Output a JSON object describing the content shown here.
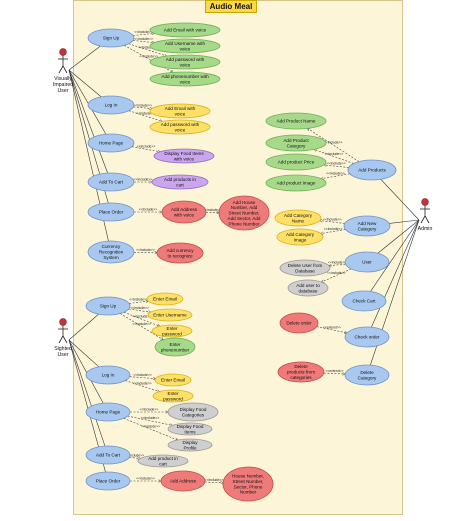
{
  "title": "Audio Meal",
  "actors": [
    {
      "id": "vi",
      "label_lines": [
        "Visually",
        "Impaired",
        "User"
      ]
    },
    {
      "id": "sighted",
      "label_lines": [
        "Sighted",
        "User"
      ]
    },
    {
      "id": "admin",
      "label_lines": [
        "Admin"
      ]
    }
  ],
  "relation_labels": {
    "include": "<<include>>",
    "extend": "<<extend>>"
  },
  "vi_section": {
    "main": [
      {
        "id": "vi_signup",
        "label": "Sign Up"
      },
      {
        "id": "vi_login",
        "label": "Log In"
      },
      {
        "id": "vi_home",
        "label": "Home Page"
      },
      {
        "id": "vi_cart",
        "label": "Add To Cart"
      },
      {
        "id": "vi_order",
        "label": "Place Order"
      },
      {
        "id": "vi_currency",
        "label": "Currency Recognition System"
      }
    ],
    "sub": [
      {
        "id": "vi_email",
        "label": "Add Email with voice",
        "parent": "vi_signup",
        "rel": "include"
      },
      {
        "id": "vi_username",
        "label": "Add Username with voice",
        "parent": "vi_signup",
        "rel": "include"
      },
      {
        "id": "vi_password",
        "label": "Add password with voice",
        "parent": "vi_signup",
        "rel": "include"
      },
      {
        "id": "vi_phone",
        "label": "Add phonenumber with voice",
        "parent": "vi_signup",
        "rel": "include"
      },
      {
        "id": "vi_login_email",
        "label": "Add Email with voice",
        "parent": "vi_login",
        "rel": "include"
      },
      {
        "id": "vi_login_pass",
        "label": "Add password with voice",
        "parent": "vi_login",
        "rel": "include"
      },
      {
        "id": "vi_display",
        "label": "Display Food Items with voice",
        "parent": "vi_home",
        "rel": "include"
      },
      {
        "id": "vi_addprod",
        "label": "Add products in cart",
        "parent": "vi_cart",
        "rel": "include"
      },
      {
        "id": "vi_address",
        "label": "Add Address with voice",
        "parent": "vi_order",
        "rel": "include"
      },
      {
        "id": "vi_address_detail",
        "label": "Add House Number, Add Street Number, Add Sector, Add Phone Number",
        "parent": "vi_address",
        "rel": "include"
      },
      {
        "id": "vi_currency_recog",
        "label": "Add currency to recognize",
        "parent": "vi_currency",
        "rel": "include"
      }
    ]
  },
  "sighted_section": {
    "main": [
      {
        "id": "s_signup",
        "label": "Sign Up"
      },
      {
        "id": "s_login",
        "label": "Log In"
      },
      {
        "id": "s_home",
        "label": "Home Page"
      },
      {
        "id": "s_cart",
        "label": "Add To Cart"
      },
      {
        "id": "s_order",
        "label": "Place Order"
      }
    ],
    "sub": [
      {
        "id": "s_email",
        "label": "Enter Email",
        "parent": "s_signup",
        "rel": "include"
      },
      {
        "id": "s_username",
        "label": "Enter Username",
        "parent": "s_signup",
        "rel": "include"
      },
      {
        "id": "s_password",
        "label": "Enter password",
        "parent": "s_signup",
        "rel": "include"
      },
      {
        "id": "s_phone",
        "label": "Enter phonenumber",
        "parent": "s_signup",
        "rel": "include"
      },
      {
        "id": "s_login_email",
        "label": "Enter Email",
        "parent": "s_login",
        "rel": "include"
      },
      {
        "id": "s_login_pass",
        "label": "Enter password",
        "parent": "s_login",
        "rel": "include"
      },
      {
        "id": "s_cat",
        "label": "Display Food Categories",
        "parent": "s_home",
        "rel": "include"
      },
      {
        "id": "s_items",
        "label": "Display Food Items",
        "parent": "s_home",
        "rel": "include"
      },
      {
        "id": "s_profile",
        "label": "Display Profile",
        "parent": "s_home",
        "rel": "include"
      },
      {
        "id": "s_addprod",
        "label": "Add product in cart",
        "parent": "s_cart",
        "rel": "include"
      },
      {
        "id": "s_address",
        "label": "Add Address",
        "parent": "s_order",
        "rel": "include"
      },
      {
        "id": "s_address_detail",
        "label": "House Number, Street Number, Sector, Phone Number",
        "parent": "s_address",
        "rel": "include"
      }
    ]
  },
  "admin_section": {
    "main": [
      {
        "id": "a_products",
        "label": "Add Products"
      },
      {
        "id": "a_category",
        "label": "Add New Category"
      },
      {
        "id": "a_user",
        "label": "User"
      },
      {
        "id": "a_checkcart",
        "label": "Check Cart"
      },
      {
        "id": "a_checkorder",
        "label": "Check order"
      },
      {
        "id": "a_delcat",
        "label": "Delete Category"
      }
    ],
    "sub": [
      {
        "id": "a_pname",
        "label": "Add Product Name",
        "parent": "a_products",
        "rel": "include"
      },
      {
        "id": "a_pcat",
        "label": "Add Product Category",
        "parent": "a_products",
        "rel": "include"
      },
      {
        "id": "a_pprice",
        "label": "Add product Price",
        "parent": "a_products",
        "rel": "include"
      },
      {
        "id": "a_pimg",
        "label": "Add product Image",
        "parent": "a_products",
        "rel": "include"
      },
      {
        "id": "a_cname",
        "label": "Add Category Name",
        "parent": "a_category",
        "rel": "include"
      },
      {
        "id": "a_cimg",
        "label": "Add Category Image",
        "parent": "a_category",
        "rel": "include"
      },
      {
        "id": "a_deluser",
        "label": "Delete User from Database",
        "parent": "a_user",
        "rel": "include"
      },
      {
        "id": "a_adduser",
        "label": "Add user to database",
        "parent": "a_user",
        "rel": "include"
      },
      {
        "id": "a_delorder",
        "label": "Delete order",
        "parent": "a_checkorder",
        "rel": "extend"
      },
      {
        "id": "a_delprod",
        "label": "Delete products from categories",
        "parent": "a_delcat",
        "rel": "extend"
      }
    ]
  },
  "colors": {
    "main_fill": "#a8c8f0",
    "main_stroke": "#6f93c7",
    "green": "#a6d98a",
    "green_stroke": "#6fae55",
    "yellow": "#ffe066",
    "yellow_stroke": "#d6b21d",
    "red": "#ee7a7a",
    "red_stroke": "#c24a4a",
    "purple": "#c9a6ee",
    "purple_stroke": "#9570c2",
    "gray": "#cfcfcf",
    "gray_stroke": "#9a9a9a",
    "panel": "#fdf5d8"
  }
}
